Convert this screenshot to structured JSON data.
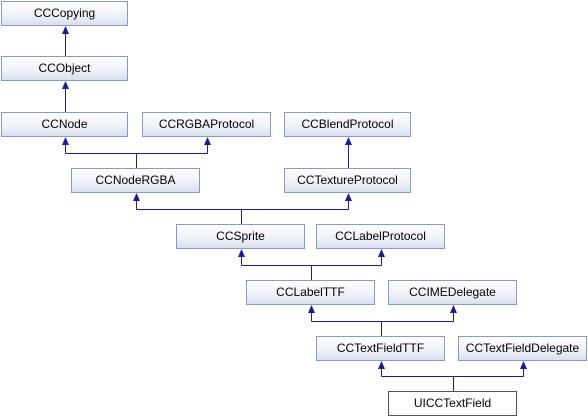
{
  "diagram": {
    "line_color": "#1c1c8c",
    "box_border_color": "#8a9ac8",
    "box_fill_color": "#e8ecf6",
    "current_border_color": "#555555",
    "nodes": {
      "cccopying": "CCCopying",
      "ccobject": "CCObject",
      "ccnode": "CCNode",
      "ccrgbaprotocol": "CCRGBAProtocol",
      "ccblendprotocol": "CCBlendProtocol",
      "ccnodergba": "CCNodeRGBA",
      "cctextureprotocol": "CCTextureProtocol",
      "ccsprite": "CCSprite",
      "cclabelprotocol": "CCLabelProtocol",
      "cclabelttf": "CCLabelTTF",
      "ccimedelegate": "CCIMEDelegate",
      "cctextfieldttf": "CCTextFieldTTF",
      "cctextfielddelegate": "CCTextFieldDelegate",
      "uicctextfield": "UICCTextField"
    }
  }
}
